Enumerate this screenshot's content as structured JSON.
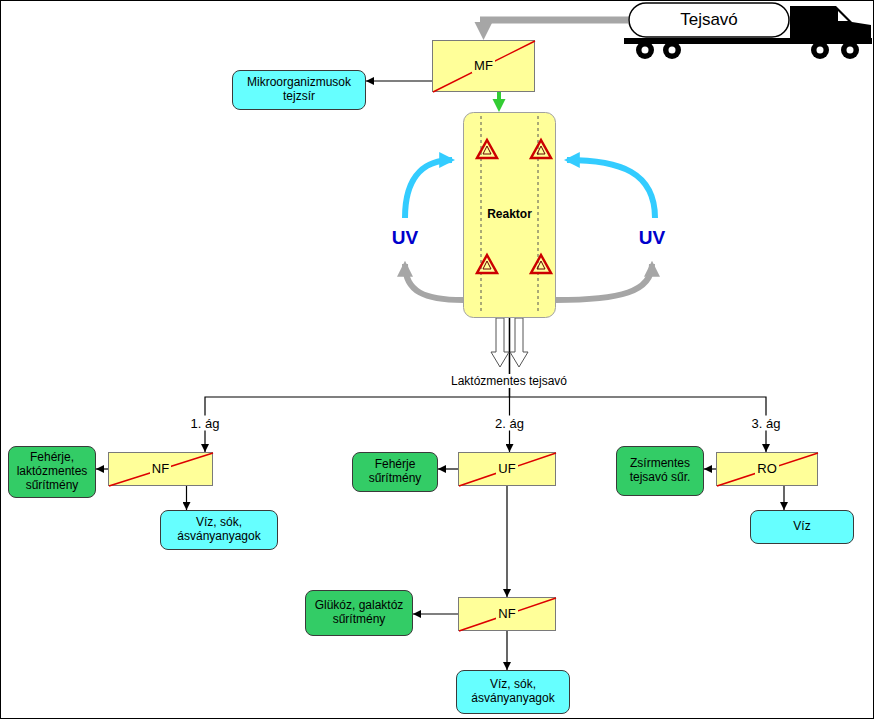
{
  "diagram": {
    "nodes": [
      {
        "text": [
          "Tejsavó"
        ]
      },
      {
        "text": [
          "Mikroorganizmusok tejzsír"
        ]
      },
      {
        "text": [
          "MF"
        ]
      },
      {
        "text": [
          "Reaktor"
        ]
      },
      {
        "text": [
          "NF"
        ]
      },
      {
        "text": [
          "Fehérje, laktózmentes sűrítmény"
        ]
      },
      {
        "text": [
          "Víz, sók, ásványanyagok"
        ]
      },
      {
        "text": [
          "UF"
        ]
      },
      {
        "text": [
          "Fehérje sűrítmény"
        ]
      },
      {
        "text": [
          "NF"
        ]
      },
      {
        "text": [
          "Glükóz, galaktóz sűrítmény"
        ]
      },
      {
        "text": [
          "Víz, sók, ásványanyagok"
        ]
      },
      {
        "text": [
          "RO"
        ]
      },
      {
        "text": [
          "Zsírmentes tejsavó sűr."
        ]
      },
      {
        "text": [
          "Víz"
        ]
      }
    ],
    "edges": [
      {
        "from": 0,
        "to": 2,
        "arrow": "to"
      },
      {
        "from": 2,
        "to": 1,
        "arrow": "to"
      },
      {
        "from": 2,
        "to": 3,
        "arrow": "to"
      },
      {
        "from": 3,
        "to": 4,
        "label": "1. ág",
        "arrow": "to"
      },
      {
        "from": 3,
        "to": 7,
        "label": "2. ág",
        "arrow": "to"
      },
      {
        "from": 3,
        "to": 12,
        "label": "3. ág",
        "arrow": "to"
      },
      {
        "from": 4,
        "to": 5,
        "arrow": "to"
      },
      {
        "from": 4,
        "to": 6,
        "arrow": "to"
      },
      {
        "from": 7,
        "to": 8,
        "arrow": "to"
      },
      {
        "from": 7,
        "to": 9,
        "arrow": "to"
      },
      {
        "from": 9,
        "to": 10,
        "arrow": "to"
      },
      {
        "from": 9,
        "to": 11,
        "arrow": "to"
      },
      {
        "from": 12,
        "to": 13,
        "arrow": "to"
      },
      {
        "from": 12,
        "to": 14,
        "arrow": "to"
      }
    ],
    "labels": [
      "UV",
      "UV",
      "Laktózmentes tejsavó"
    ]
  }
}
